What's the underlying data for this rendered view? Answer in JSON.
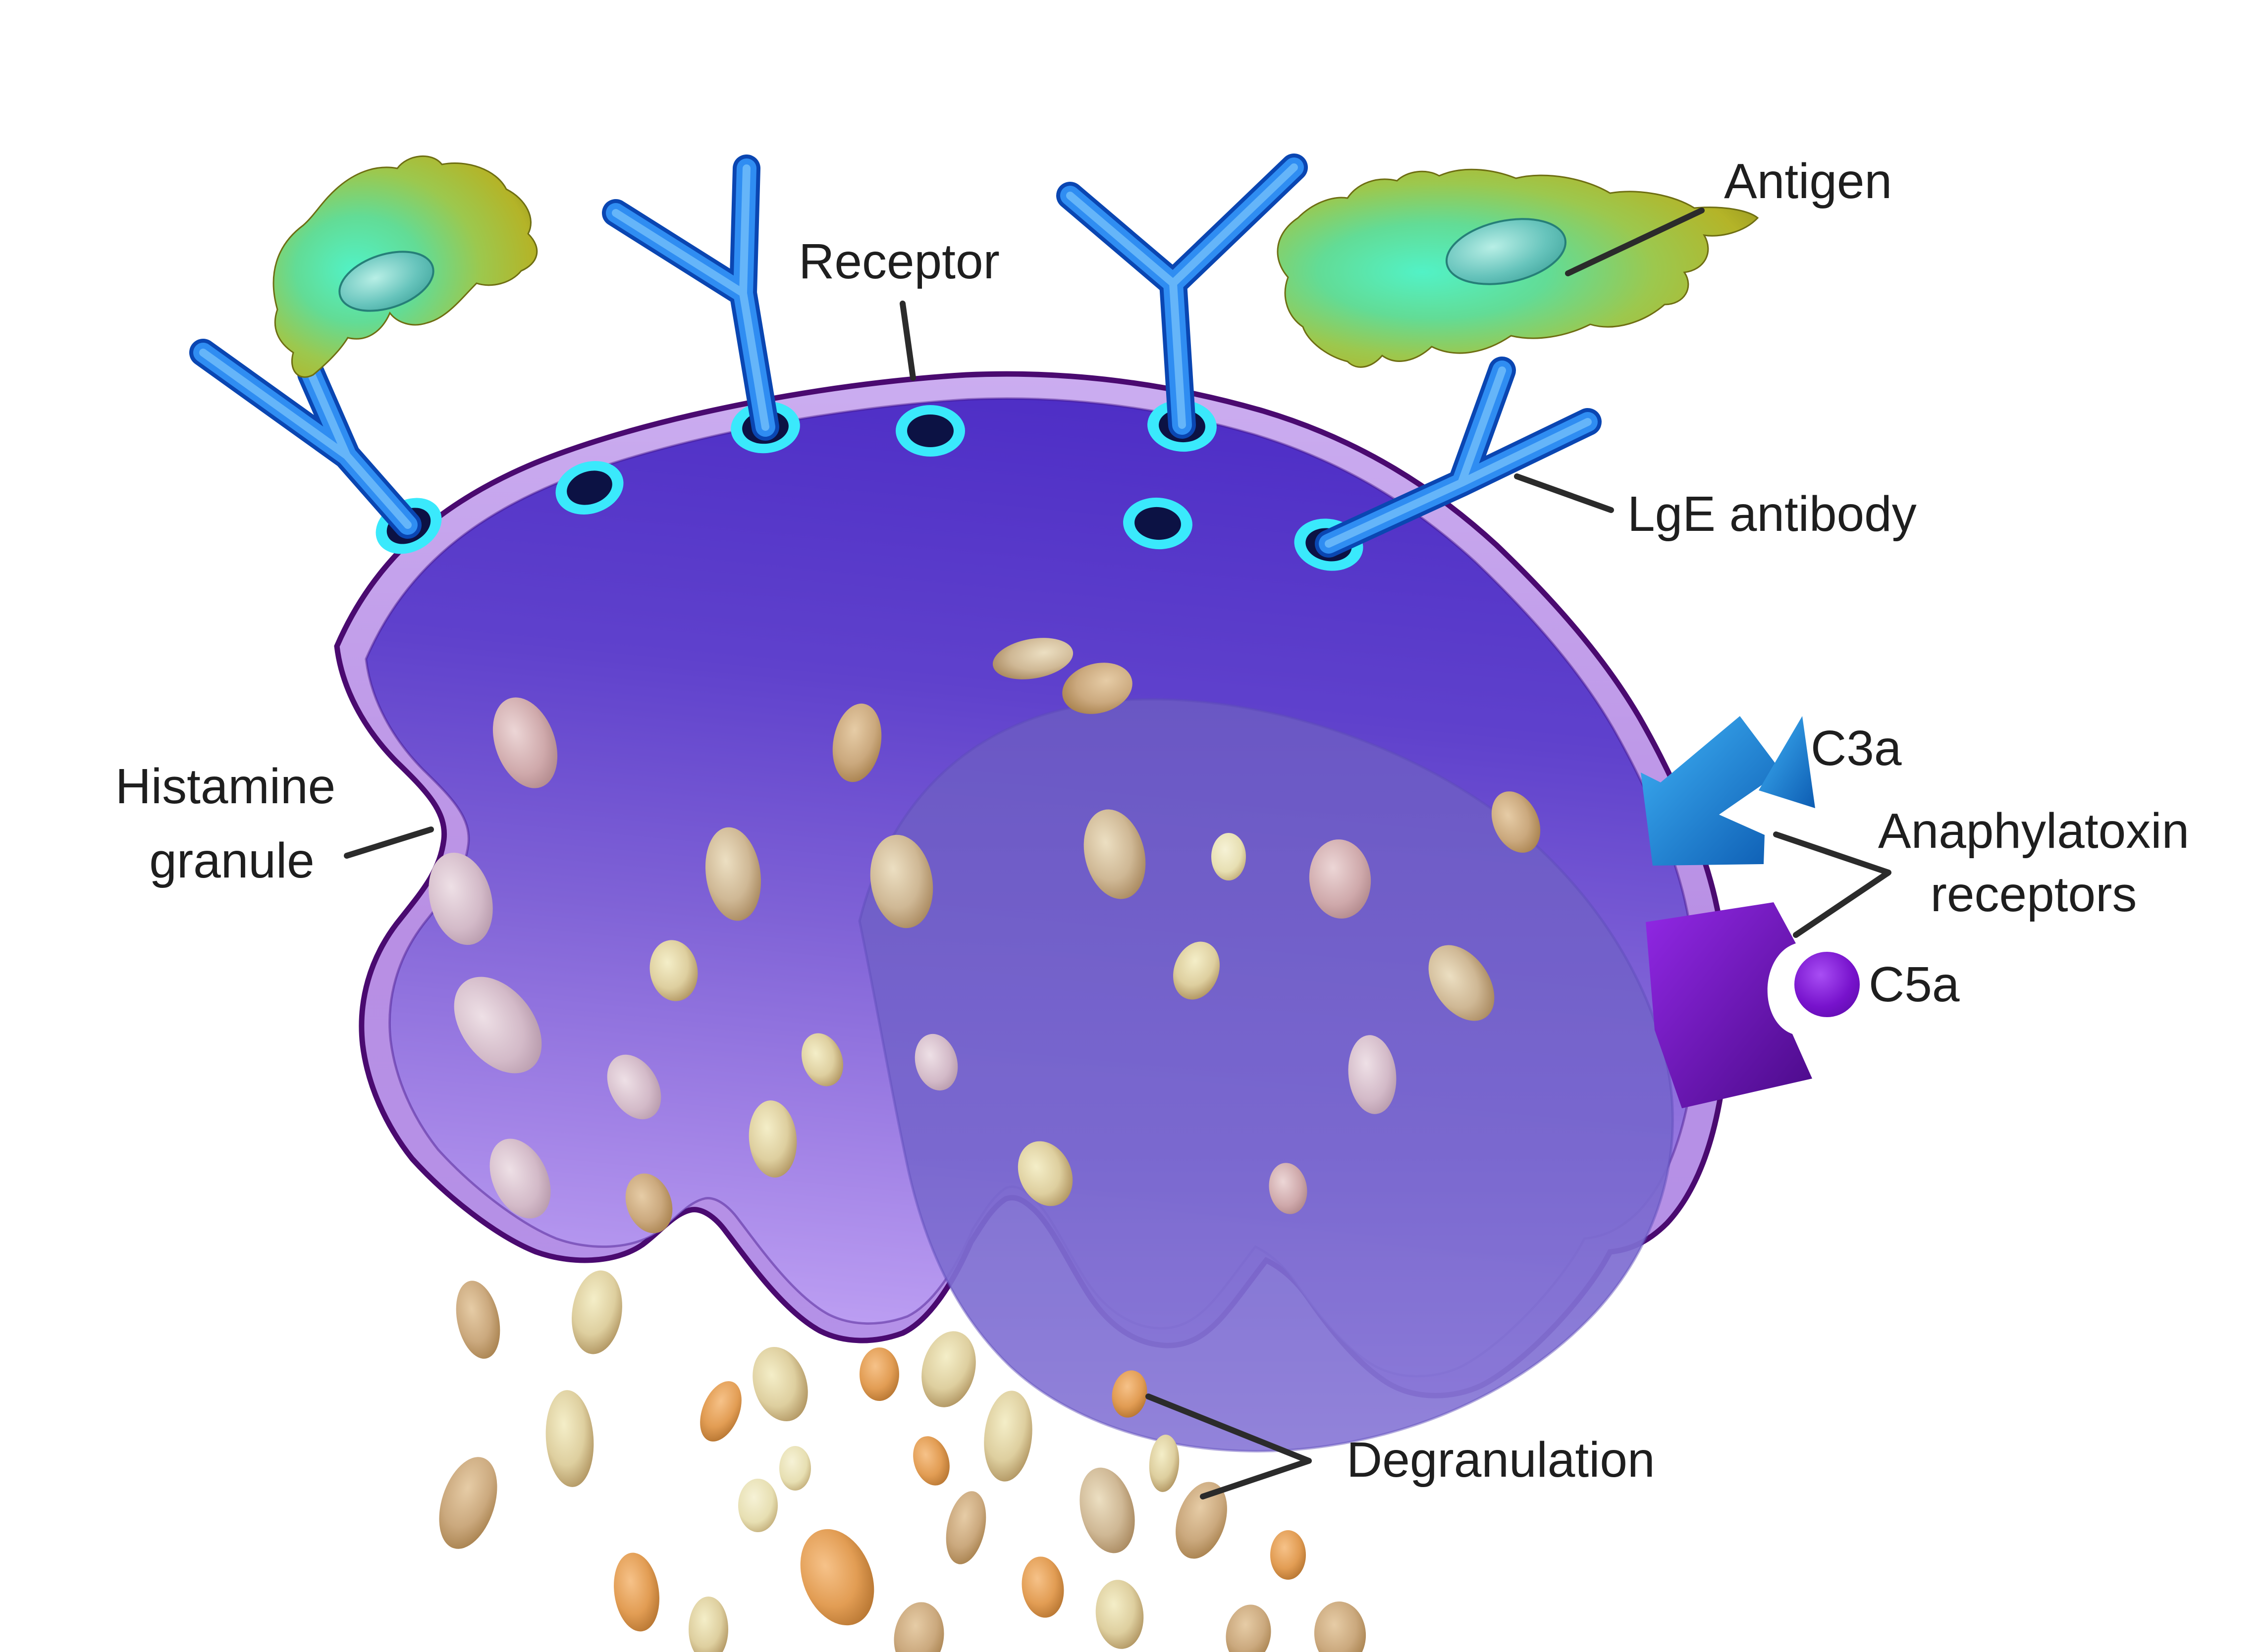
{
  "labels": {
    "receptor": "Receptor",
    "antigen": "Antigen",
    "lge_antibody": "LgE antibody",
    "c3a": "C3a",
    "anaphylatoxin_line1": "Anaphylatoxin",
    "anaphylatoxin_line2": "receptors",
    "c5a": "C5a",
    "histamine_line1": "Histamine",
    "histamine_line2": "granule",
    "degranulation": "Degranulation"
  },
  "colors": {
    "cell_body_top": "#4e2ec6",
    "cell_body_bottom": "#bb9df2",
    "membrane_band": "#c09cea",
    "membrane_outline": "#4a0a70",
    "nucleus_region": "#6b59c4",
    "receptor_ring_cyan": "#3ae9fc",
    "receptor_core_navy": "#0c1244",
    "antibody_blue": "#2f8df2",
    "antigen_green": "#62dc96",
    "antigen_olive_edge": "#82801a",
    "antigen_nucleus_teal": "#67c4bc",
    "c3a_receptor_blue": "#1f8ee8",
    "c5a_receptor_purple": "#7712cc",
    "granule_tan": "#cba97e",
    "granule_pink": "#cfa9ab",
    "label_text": "#1e1e1e"
  }
}
